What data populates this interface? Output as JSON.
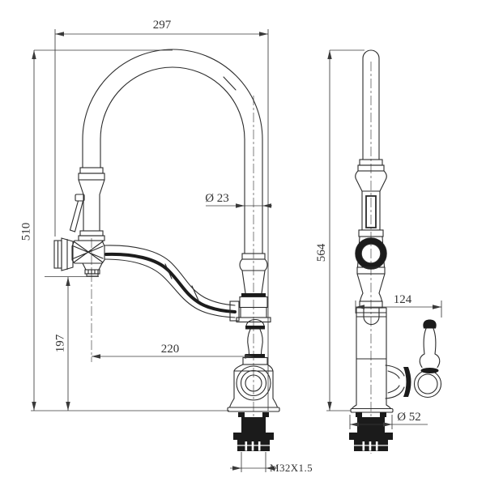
{
  "dimensions": {
    "front_view": {
      "overall_width": "297",
      "overall_height": "510",
      "spray_outlet_height": "197",
      "spout_reach": "220",
      "pipe_diameter": "Ø 23",
      "mount_thread": "M32X1.5"
    },
    "side_view": {
      "overall_height": "564",
      "handle_reach": "124",
      "base_diameter": "Ø 52"
    }
  },
  "colors": {
    "background": "#ffffff",
    "object_line": "#2b2b2b",
    "dimension_line": "#3a3a3a",
    "dark_fill": "#1b1b1b"
  }
}
